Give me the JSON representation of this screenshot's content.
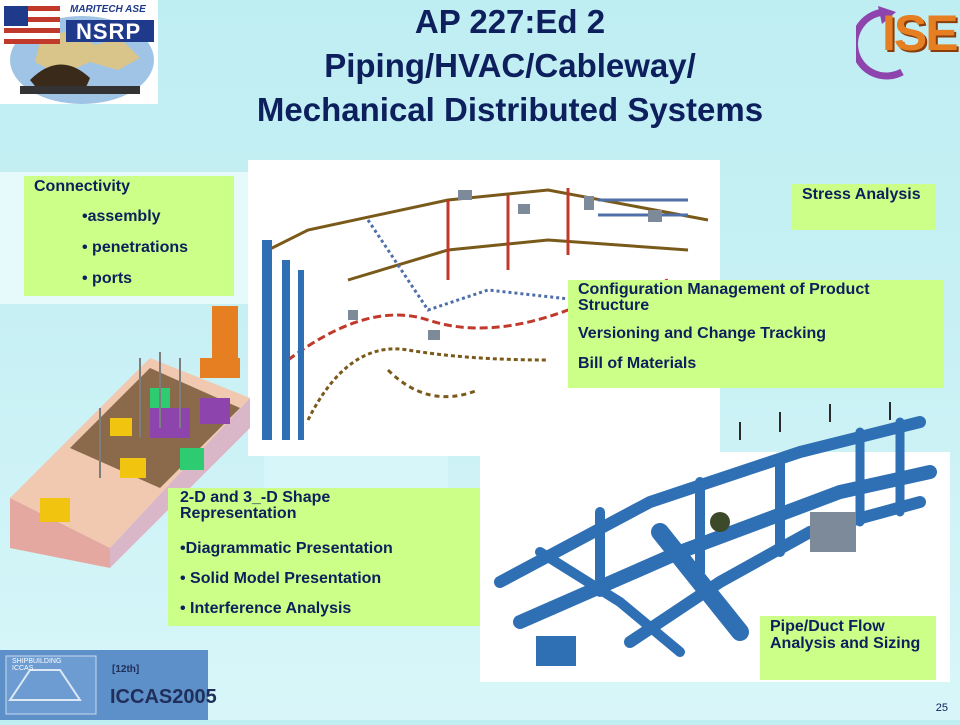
{
  "title": {
    "line1": "AP 227:Ed 2",
    "line2": "Piping/HVAC/Cableway/",
    "line3": "Mechanical Distributed Systems"
  },
  "logos": {
    "nsrp_top": "MARITECH ASE",
    "nsrp_main": "NSRP",
    "ise": "ISE",
    "iccas_small": "SHIPBUILDING ICCAS",
    "iccas_edition": "[12th]",
    "iccas_main": "ICCAS2005"
  },
  "connectivity": {
    "heading": "Connectivity",
    "items": [
      "•assembly",
      "• penetrations",
      "• ports"
    ]
  },
  "stress": {
    "label": "Stress Analysis"
  },
  "config": {
    "line1": "Configuration Management of Product Structure",
    "line2": "Versioning and Change Tracking",
    "line3": "Bill of  Materials"
  },
  "shape": {
    "heading": "2-D and 3_-D Shape Representation",
    "items": [
      "•Diagrammatic Presentation",
      "• Solid Model Presentation",
      "• Interference Analysis"
    ]
  },
  "flow": {
    "label": "Pipe/Duct Flow Analysis and Sizing"
  },
  "page_number": "25",
  "colors": {
    "box_fill": "#ccff88",
    "title_text": "#0d1f5c",
    "duct_blue": "#2f6fb4",
    "pipe_red": "#c0392b"
  }
}
